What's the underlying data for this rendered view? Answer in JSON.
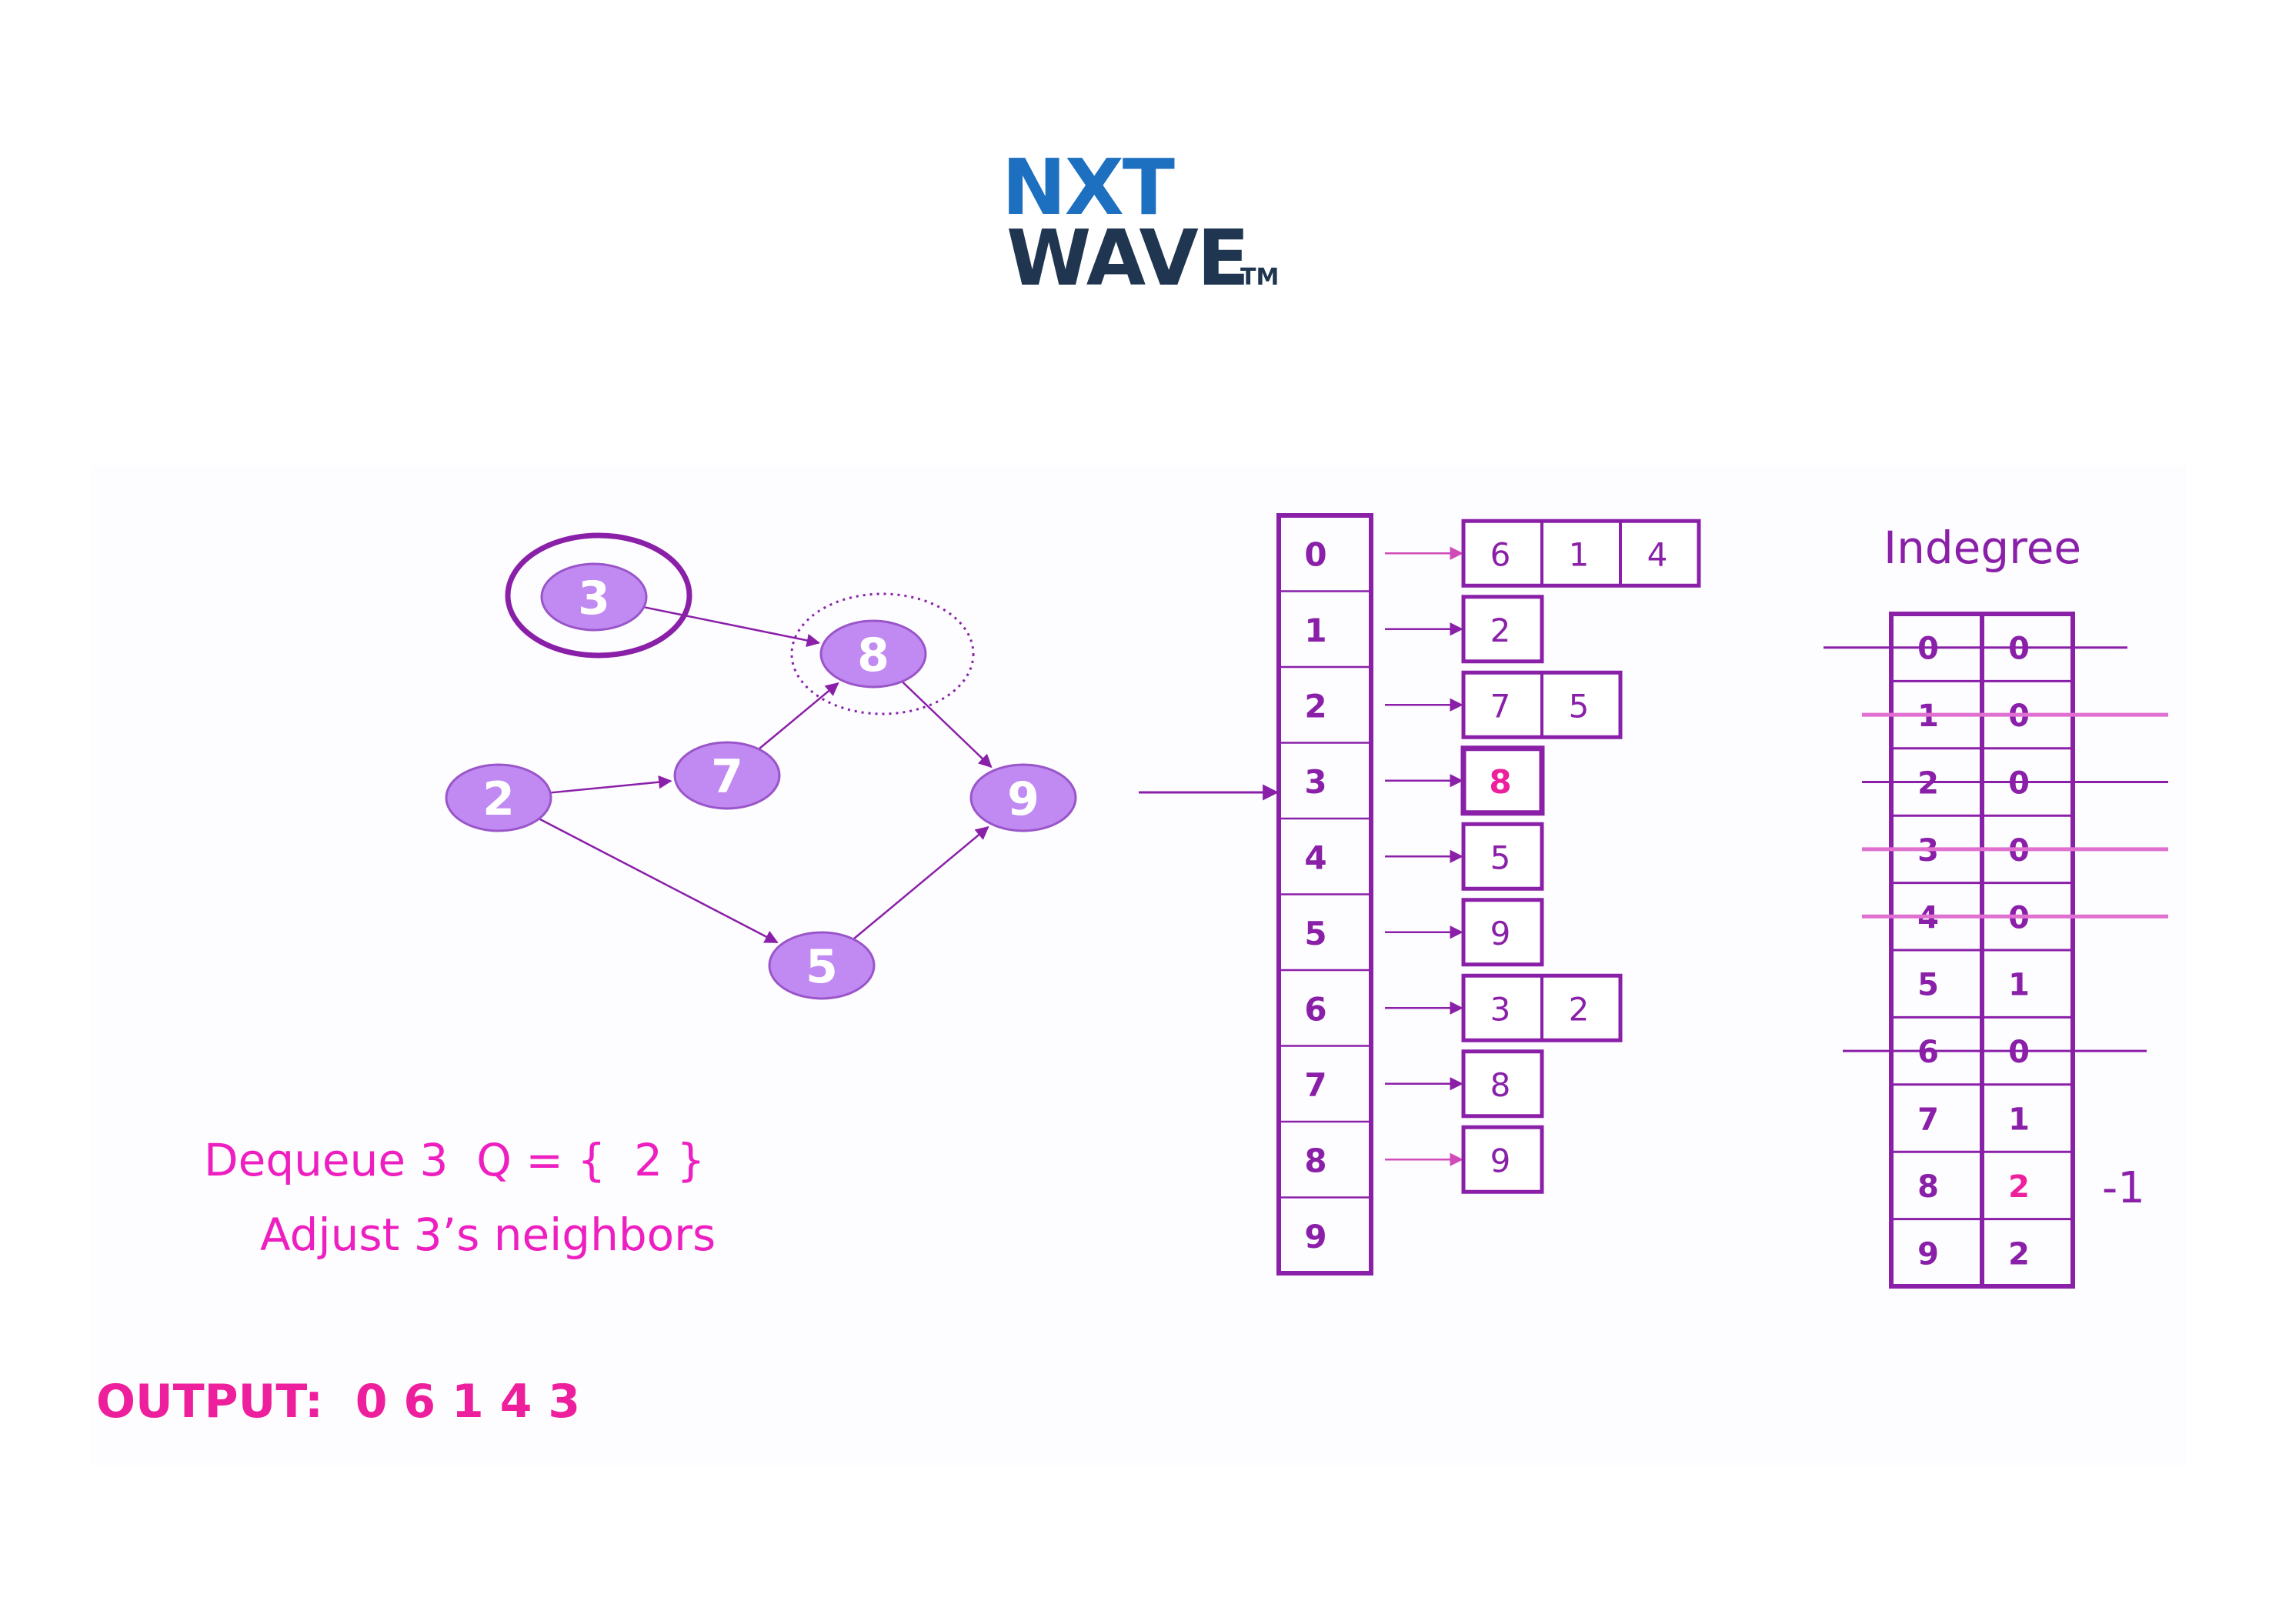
{
  "logo": {
    "line1": "NXT",
    "line2": "WAVE",
    "tm": "TM",
    "colors": {
      "blue": "#1d6fc0",
      "navy": "#1f3550"
    }
  },
  "colors": {
    "purple": "#8a1fa8",
    "node_fill": "#c08af2",
    "node_stroke": "#9a55c9",
    "pink": "#ee1f9c",
    "magenta": "#ee1fc0",
    "node_text": "#ffffff"
  },
  "graph": {
    "nodes": [
      "3",
      "8",
      "2",
      "7",
      "9",
      "5"
    ],
    "edges": [
      [
        "3",
        "8"
      ],
      [
        "2",
        "7"
      ],
      [
        "7",
        "8"
      ],
      [
        "8",
        "9"
      ],
      [
        "2",
        "5"
      ],
      [
        "5",
        "9"
      ]
    ],
    "dequeued_node": "3",
    "processing_node": "8"
  },
  "adjacency": {
    "indices": [
      "0",
      "1",
      "2",
      "3",
      "4",
      "5",
      "6",
      "7",
      "8",
      "9"
    ],
    "lists": [
      [
        "6",
        "1",
        "4"
      ],
      [
        "2"
      ],
      [
        "7",
        "5"
      ],
      [
        "8"
      ],
      [
        "5"
      ],
      [
        "9"
      ],
      [
        "3",
        "2"
      ],
      [
        "8"
      ],
      [
        "9"
      ],
      []
    ],
    "highlight_row": 3
  },
  "indegree": {
    "title": "Indegree",
    "rows": [
      {
        "node": "0",
        "value": "0",
        "struck": true
      },
      {
        "node": "1",
        "value": "0",
        "struck": true
      },
      {
        "node": "2",
        "value": "0",
        "struck": true
      },
      {
        "node": "3",
        "value": "0",
        "struck": true
      },
      {
        "node": "4",
        "value": "0",
        "struck": true
      },
      {
        "node": "5",
        "value": "1",
        "struck": false
      },
      {
        "node": "6",
        "value": "0",
        "struck": true
      },
      {
        "node": "7",
        "value": "1",
        "struck": false
      },
      {
        "node": "8",
        "value": "2",
        "struck": false,
        "highlight": true
      },
      {
        "node": "9",
        "value": "2",
        "struck": false
      }
    ],
    "annotation": "-1"
  },
  "caption": {
    "line1": "Dequeue 3  Q = {  2 }",
    "line2": "Adjust 3’s neighbors"
  },
  "output": "OUTPUT:  0 6 1 4 3"
}
